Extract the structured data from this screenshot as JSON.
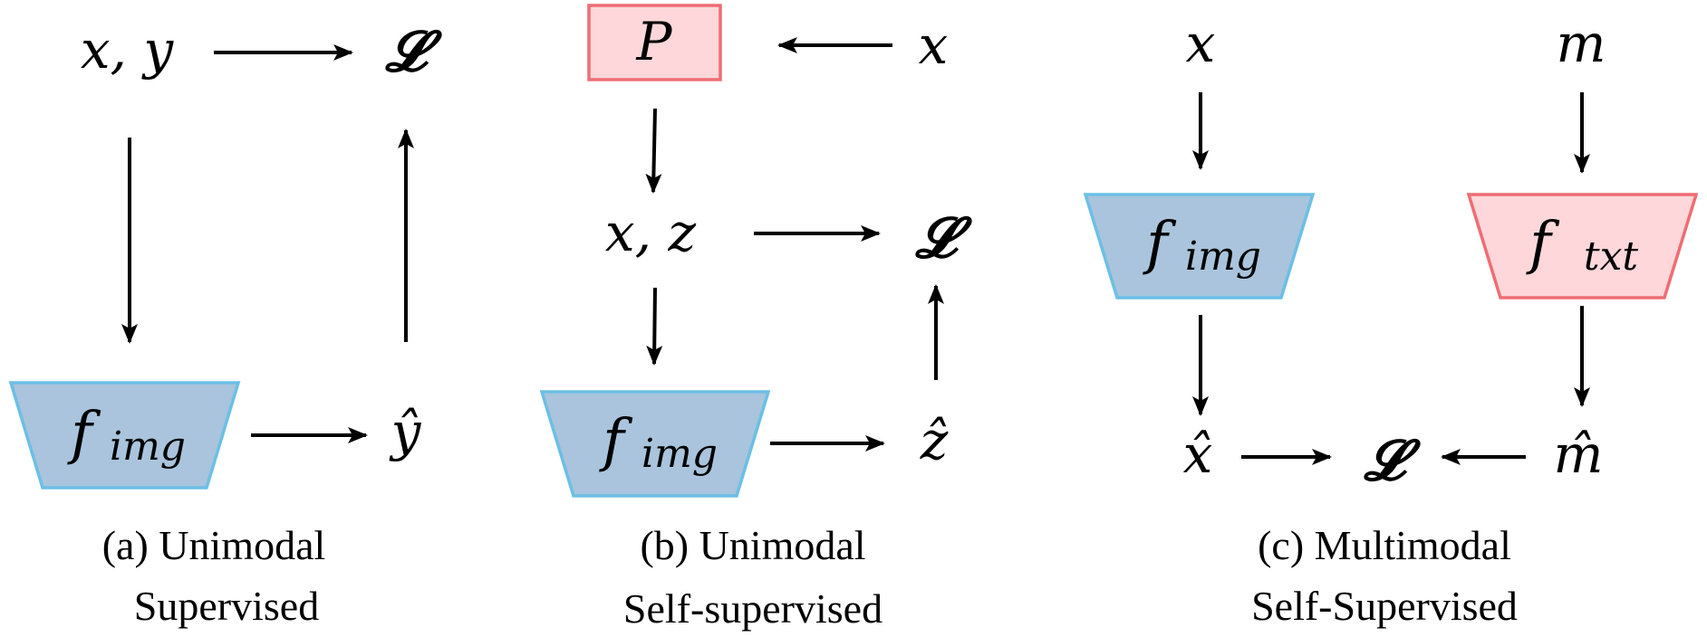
{
  "panels": {
    "a": {
      "input": "x, y",
      "loss": "𝓛",
      "encoder_f": "f",
      "encoder_sub": "img",
      "output": "ŷ",
      "caption_line1": "(a) Unimodal",
      "caption_line2": "Supervised"
    },
    "b": {
      "proc": "P",
      "input": "x",
      "pair": "x, z",
      "loss": "𝓛",
      "encoder_f": "f",
      "encoder_sub": "img",
      "output": "ẑ",
      "caption_line1": "(b) Unimodal",
      "caption_line2": "Self-supervised"
    },
    "c": {
      "input_img": "x",
      "input_txt": "m",
      "encoder_img_f": "f",
      "encoder_img_sub": "img",
      "encoder_txt_f": "f",
      "encoder_txt_sub": "txt",
      "output_img": "x̂",
      "output_txt": "m̂",
      "loss": "𝓛",
      "caption_line1": "(c) Multimodal",
      "caption_line2": "Self-Supervised"
    }
  },
  "colors": {
    "blue_fill": "#a9c4dc",
    "blue_stroke": "#6cbfe6",
    "pink_fill": "#fdd7d9",
    "pink_stroke": "#ee6d73"
  }
}
